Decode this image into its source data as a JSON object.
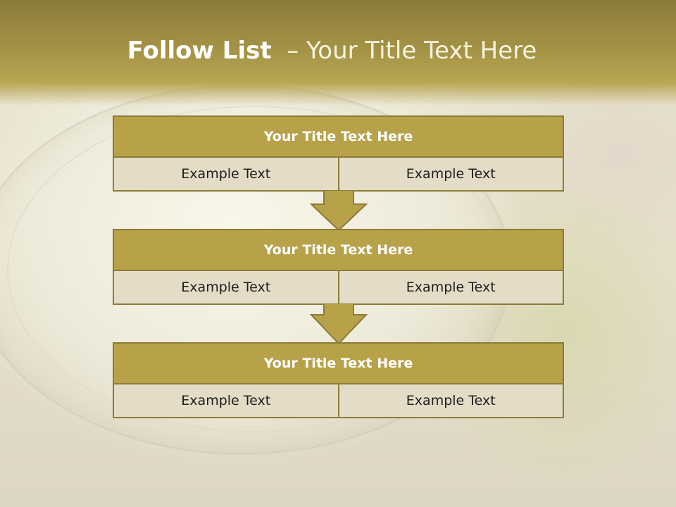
{
  "header": {
    "title_bold": "Follow List",
    "title_rest": "  – Your Title Text Here"
  },
  "steps": [
    {
      "title": "Your Title Text Here",
      "left": "Example Text",
      "right": "Example Text"
    },
    {
      "title": "Your Title Text Here",
      "left": "Example Text",
      "right": "Example Text"
    },
    {
      "title": "Your Title Text Here",
      "left": "Example Text",
      "right": "Example Text"
    }
  ],
  "colors": {
    "accent": "#b7a24a",
    "border": "#8c7c38",
    "cell_fill": "#e4dcc6",
    "header_band": "#a39245"
  }
}
